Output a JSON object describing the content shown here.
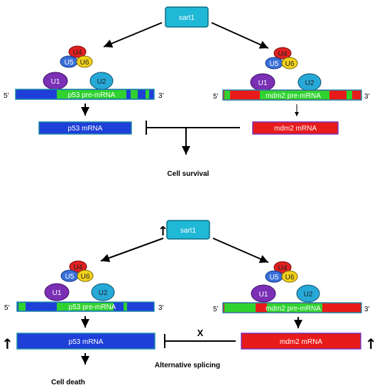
{
  "top": {
    "sart1": "sart1",
    "snrnp": {
      "u4": "U4",
      "u5": "U5",
      "u6": "U6",
      "u1": "U1",
      "u2": "U2"
    },
    "ends": {
      "five": "5’",
      "three": "3’"
    },
    "p53_pre": "p53 pre-mRNA",
    "mdm2_pre": "mdm2 pre-mRNA",
    "p53_mrna": "p53 mRNA",
    "mdm2_mrna": "mdm2 mRNA",
    "outcome": "Cell survival"
  },
  "bottom": {
    "up_arrow": "↑",
    "sart1": "sart1",
    "snrnp": {
      "u4": "U4",
      "u5": "U5",
      "u6": "U6",
      "u1": "U1",
      "u2": "U2"
    },
    "ends": {
      "five": "5’",
      "three": "3’"
    },
    "p53_pre": "p53 pre-mRNA",
    "mdm2_pre": "mdm2 pre-mRNA",
    "p53_mrna": "p53 mRNA",
    "mdm2_mrna": "mdm2 mRNA",
    "block_mark": "X",
    "splicing_label": "Alternative splicing",
    "outcome": "Cell death",
    "left_up": "↑",
    "right_up": "↑"
  },
  "colors": {
    "sart1_fill": "#1fb8d6",
    "p53_blue": "#1e3fd8",
    "mdm2_red": "#e81b1b",
    "exon_green": "#2fd22f",
    "u1_purple": "#7a2fb5",
    "u2_cyan": "#27a9d8",
    "u4_red": "#e02020",
    "u5_blue": "#3a6fd8",
    "u6_yellow": "#f2d21a"
  }
}
